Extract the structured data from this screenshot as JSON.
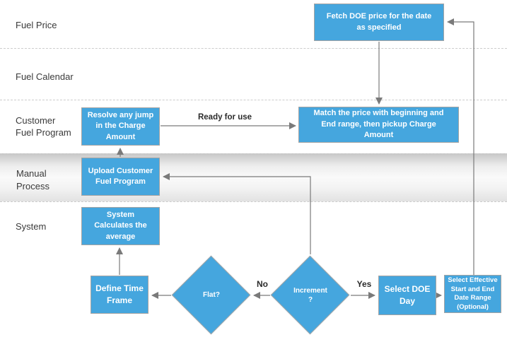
{
  "lanes": [
    {
      "label": "Fuel Price"
    },
    {
      "label": "Fuel Calendar"
    },
    {
      "label": "Customer Fuel Program"
    },
    {
      "label": "Manual Process"
    },
    {
      "label": "System"
    }
  ],
  "nodes": {
    "fetch_doe_price": {
      "type": "process",
      "label": "Fetch DOE price for the date\nas specified"
    },
    "resolve_jump": {
      "type": "process",
      "label": "Resolve any jump\nin the Charge\nAmount"
    },
    "match_price": {
      "type": "process",
      "label": "Match the price with beginning and\nEnd range, then pickup Charge\nAmount"
    },
    "upload_program": {
      "type": "process",
      "label": "Upload Customer\nFuel Program"
    },
    "system_calculates": {
      "type": "process",
      "label": "System\nCalculates the\naverage"
    },
    "define_time_frame": {
      "type": "process",
      "label": "Define Time\nFrame"
    },
    "flat_decision": {
      "type": "decision",
      "label": "Flat?"
    },
    "increment_decision": {
      "type": "decision",
      "label": "Increment\n?"
    },
    "select_doe_day": {
      "type": "process",
      "label": "Select DOE\nDay"
    },
    "select_effective": {
      "type": "process",
      "label": "Select Effective\nStart and End\nDate Range\n(Optional)"
    }
  },
  "edge_labels": {
    "ready_for_use": "Ready for use",
    "no": "No",
    "yes": "Yes"
  },
  "colors": {
    "node_fill": "#45a6de",
    "node_border": "#a3a3a3",
    "arrow": "#7a7a7a",
    "band": "#e2e2e2"
  }
}
